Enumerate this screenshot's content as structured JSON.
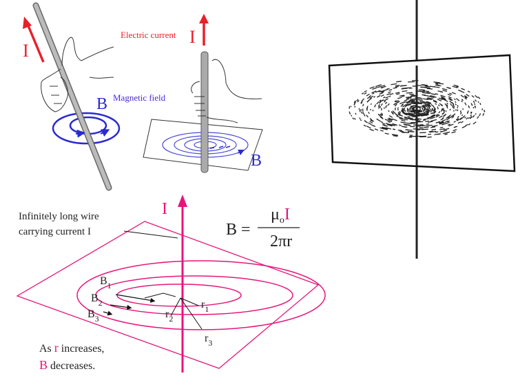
{
  "panel_left_hand": {
    "current_symbol": "I",
    "field_symbol": "B",
    "field_label": "Magnetic field"
  },
  "panel_right_hand": {
    "current_label": "Electric current",
    "current_symbol": "I",
    "field_symbol": "B"
  },
  "panel_wire_diagram": {
    "wire_label_line1": "Infinitely long wire",
    "wire_label_line2": "carrying current I",
    "current_symbol": "I",
    "formula": {
      "lhs": "B =",
      "numerator_mu": "μ",
      "numerator_sub": "o",
      "numerator_I": "I",
      "denominator": "2πr"
    },
    "field_labels": [
      {
        "sym": "B",
        "sub": "1"
      },
      {
        "sym": "B",
        "sub": "2"
      },
      {
        "sym": "B",
        "sub": "3"
      }
    ],
    "radius_labels": [
      {
        "sym": "r",
        "sub": "1"
      },
      {
        "sym": "r",
        "sub": "2"
      },
      {
        "sym": "r",
        "sub": "3"
      }
    ],
    "caption_line1_prefix": "As ",
    "caption_line1_r": "r",
    "caption_line1_suffix": " increases,",
    "caption_line2_B": "B",
    "caption_line2_suffix": " decreases."
  },
  "colors": {
    "red": "#e8202a",
    "blue": "#2a2ad0",
    "magenta": "#e8147a",
    "wire": "#a8a8a8"
  }
}
